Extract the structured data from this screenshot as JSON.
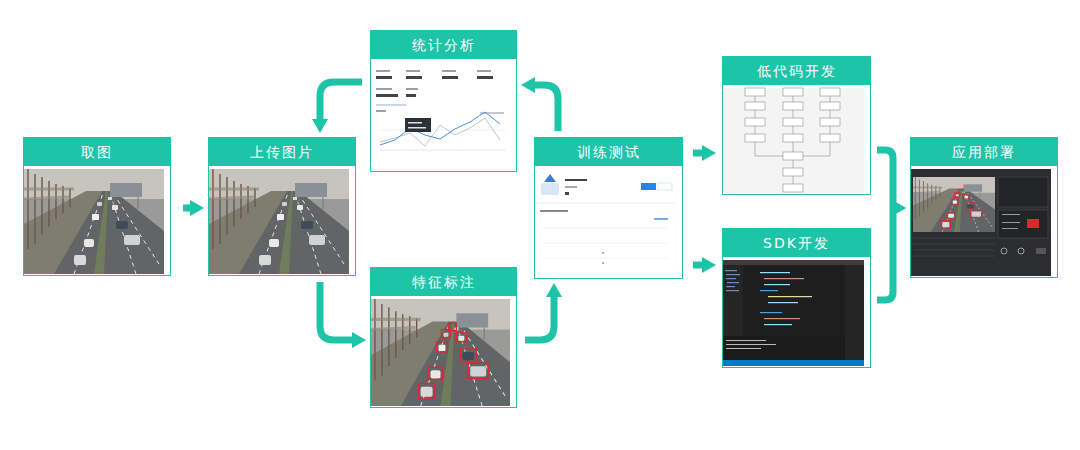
{
  "diagram": {
    "nodes": [
      {
        "text": [
          "取图"
        ]
      },
      {
        "text": [
          "上传图片"
        ]
      },
      {
        "text": [
          "统计分析"
        ]
      },
      {
        "text": [
          "特征标注"
        ]
      },
      {
        "text": [
          "训练测试"
        ]
      },
      {
        "text": [
          "低代码开发"
        ]
      },
      {
        "text": [
          "SDK开发"
        ]
      },
      {
        "text": [
          "应用部署"
        ]
      }
    ],
    "edges": [
      {
        "from": 0,
        "to": 1,
        "arrow": "to"
      },
      {
        "from": 1,
        "to": 3,
        "arrow": "to"
      },
      {
        "from": 3,
        "to": 4,
        "arrow": "to"
      },
      {
        "from": 4,
        "to": 2,
        "arrow": "to"
      },
      {
        "from": 2,
        "to": 1,
        "arrow": "to"
      },
      {
        "from": 4,
        "to": 5,
        "arrow": "to"
      },
      {
        "from": 4,
        "to": 6,
        "arrow": "to"
      },
      {
        "from": 5,
        "to": 7,
        "arrow": "to"
      },
      {
        "from": 6,
        "to": 7,
        "arrow": "to"
      }
    ]
  }
}
